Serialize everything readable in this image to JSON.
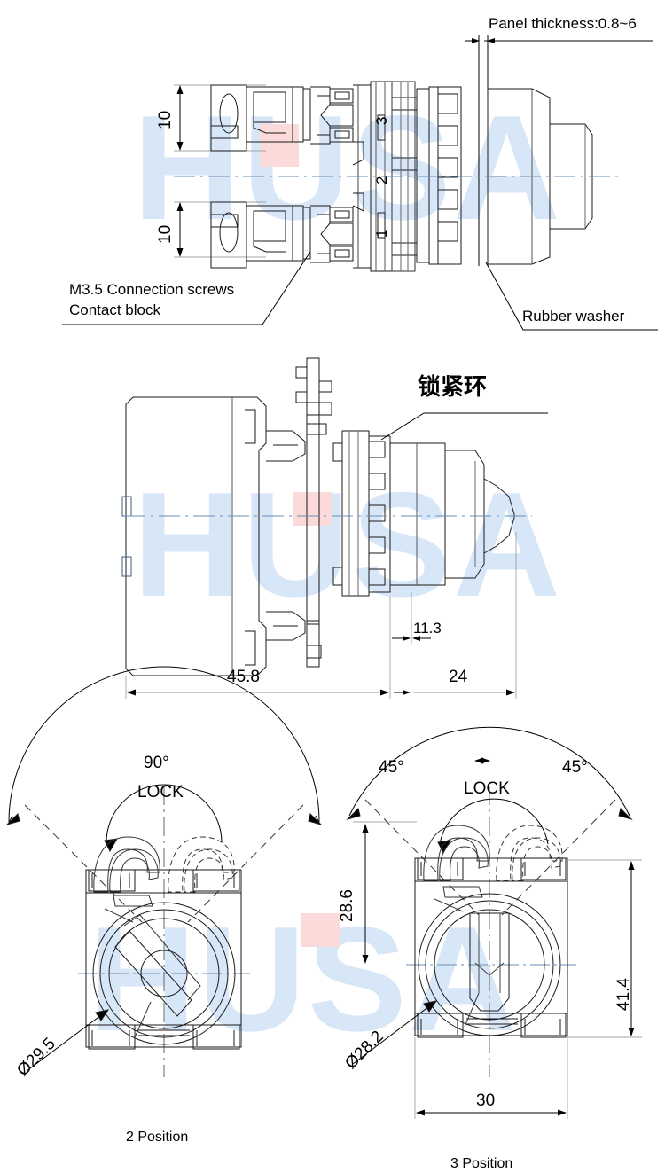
{
  "document": {
    "type": "technical-drawing",
    "title": "Selector switch dimensional drawing",
    "watermark": {
      "text": "HUSA",
      "color": "#d8e7f8",
      "accent_color": "#fbdada"
    }
  },
  "views": {
    "top": {
      "name": "rear-section-view",
      "labels": {
        "panel_thickness": "Panel thickness:0.8~6",
        "screws": "M3.5 Connection screws",
        "contact_block": "Contact block",
        "rubber_washer": "Rubber washer"
      },
      "dimensions": {
        "upper_height": "10",
        "lower_height": "10"
      },
      "terminal_numbers": [
        "3",
        "2",
        "1"
      ]
    },
    "middle": {
      "name": "side-view",
      "labels": {
        "locking_ring": "锁紧环"
      },
      "dimensions": {
        "body_length": "45.8",
        "thread_length": "11.3",
        "knob_length": "24"
      }
    },
    "bottom_left": {
      "name": "two-position-front-view",
      "caption": "2 Position",
      "angle": "90°",
      "lock_label": "LOCK",
      "diameter": "Ø29.5"
    },
    "bottom_right": {
      "name": "three-position-front-view",
      "caption": "3 Position",
      "angle_left": "45°",
      "angle_right": "45°",
      "lock_label": "LOCK",
      "diameter": "Ø28.2",
      "dimensions": {
        "top_height": "28.6",
        "total_height": "41.4",
        "width": "30"
      }
    }
  }
}
